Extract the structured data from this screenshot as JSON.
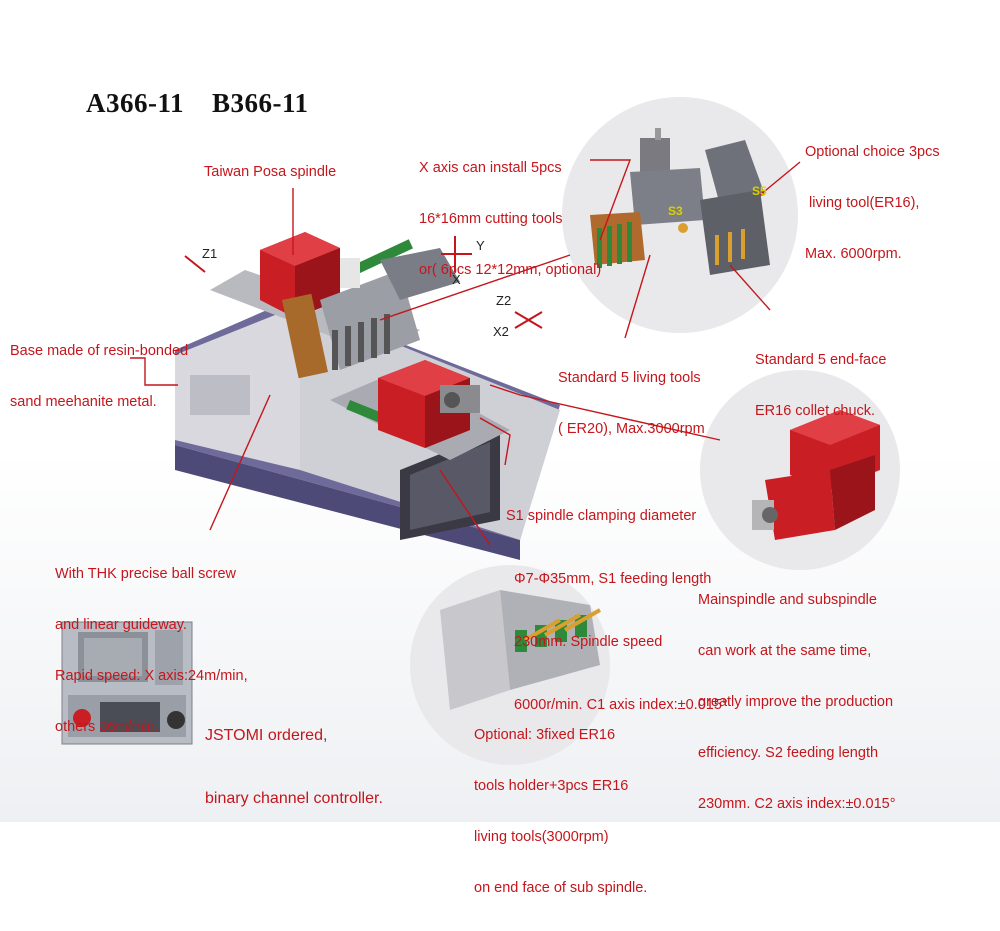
{
  "title": {
    "model_a": "A366-11",
    "model_b": "B366-11"
  },
  "callouts": {
    "posa_spindle": "Taiwan Posa spindle",
    "x_axis_tools": [
      "X axis can install 5pcs",
      "16*16mm cutting tools",
      "or( 6pcs 12*12mm, optional)"
    ],
    "optional_living_tool": [
      "Optional choice 3pcs",
      " living tool(ER16),",
      "Max. 6000rpm."
    ],
    "base": [
      "Base made of resin-bonded",
      "sand meehanite metal."
    ],
    "standard_living_tools": [
      "Standard 5 living tools",
      "( ER20), Max.3000rpm"
    ],
    "standard_end_face": [
      "Standard 5 end-face",
      "ER16 collet chuck."
    ],
    "s1_spindle": [
      "S1 spindle clamping diameter",
      "  Φ7-Φ35mm, S1 feeding length",
      "  230mm. Spindle speed",
      "  6000r/min. C1 axis index:±0.015°"
    ],
    "ball_screw": [
      "With THK precise ball screw",
      "and linear guideway.",
      "Rapid speed: X axis:24m/min,",
      "others 36m/min."
    ],
    "main_sub_spindle": [
      "Mainspindle and subspindle",
      "can work at the same time,",
      "greatly improve the production",
      "efficiency. S2 feeding length",
      "230mm. C2 axis index:±0.015°"
    ],
    "controller": [
      "JSTOMI ordered,",
      "binary channel controller."
    ],
    "optional_holder": [
      "Optional: 3fixed ER16",
      "tools holder+3pcs ER16",
      "living tools(3000rpm)",
      "on end face of sub spindle."
    ]
  },
  "axes": {
    "z1": "Z1",
    "y": "Y",
    "x": "X",
    "z2": "Z2",
    "x2": "X2"
  },
  "chips": {
    "s5": "S5",
    "s3": "S3"
  },
  "colors": {
    "callout_red": "#c4161c",
    "machine_red": "#c81e24",
    "base_purple": "#6e6b9a",
    "body_gray": "#dcdcdc"
  }
}
